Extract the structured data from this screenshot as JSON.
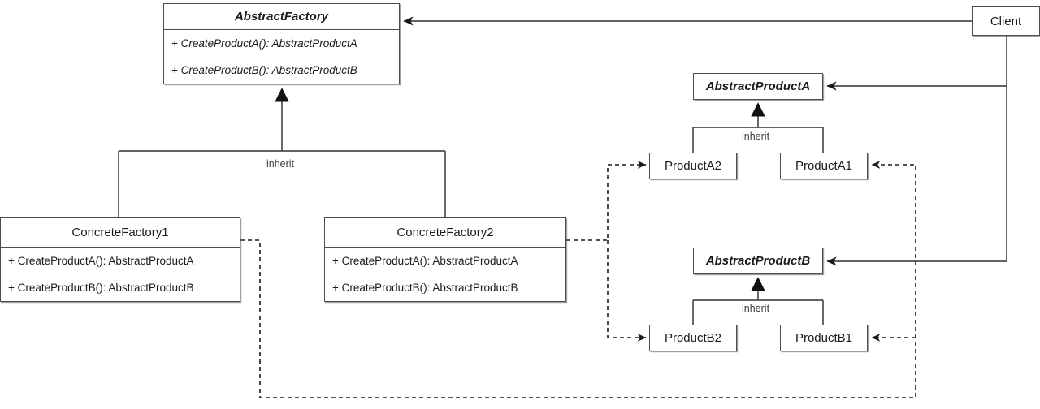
{
  "diagram": {
    "title": "Abstract Factory UML class diagram",
    "type": "uml-class-diagram",
    "background": "#ffffff",
    "stroke": "#4d4d4d",
    "text_color": "#1a1a1a"
  },
  "nodes": {
    "abstract_factory": {
      "name": "AbstractFactory",
      "stereotype": "abstract",
      "members": [
        "+ CreateProductA(): AbstractProductA",
        "+ CreateProductB(): AbstractProductB"
      ]
    },
    "concrete_factory_1": {
      "name": "ConcreteFactory1",
      "stereotype": "concrete",
      "members": [
        "+ CreateProductA(): AbstractProductA",
        "+ CreateProductB(): AbstractProductB"
      ]
    },
    "concrete_factory_2": {
      "name": "ConcreteFactory2",
      "stereotype": "concrete",
      "members": [
        "+ CreateProductA(): AbstractProductA",
        "+ CreateProductB(): AbstractProductB"
      ]
    },
    "abstract_product_a": {
      "name": "AbstractProductA",
      "stereotype": "abstract"
    },
    "abstract_product_b": {
      "name": "AbstractProductB",
      "stereotype": "abstract"
    },
    "product_a1": {
      "name": "ProductA1",
      "stereotype": "concrete"
    },
    "product_a2": {
      "name": "ProductA2",
      "stereotype": "concrete"
    },
    "product_b1": {
      "name": "ProductB1",
      "stereotype": "concrete"
    },
    "product_b2": {
      "name": "ProductB2",
      "stereotype": "concrete"
    },
    "client": {
      "name": "Client",
      "stereotype": "concrete"
    }
  },
  "edge_labels": {
    "factory_inherit": "inherit",
    "product_a_inherit": "inherit",
    "product_b_inherit": "inherit"
  },
  "edges": [
    {
      "from": "client",
      "to": "abstract_factory",
      "kind": "association",
      "style": "solid",
      "arrow": "open"
    },
    {
      "from": "client",
      "to": "abstract_product_a",
      "kind": "association",
      "style": "solid",
      "arrow": "open"
    },
    {
      "from": "client",
      "to": "abstract_product_b",
      "kind": "association",
      "style": "solid",
      "arrow": "open"
    },
    {
      "from": "concrete_factory_1",
      "to": "abstract_factory",
      "kind": "generalization",
      "style": "solid",
      "arrow": "triangle",
      "label": "inherit"
    },
    {
      "from": "concrete_factory_2",
      "to": "abstract_factory",
      "kind": "generalization",
      "style": "solid",
      "arrow": "triangle",
      "label": "inherit"
    },
    {
      "from": "product_a1",
      "to": "abstract_product_a",
      "kind": "generalization",
      "style": "solid",
      "arrow": "triangle",
      "label": "inherit"
    },
    {
      "from": "product_a2",
      "to": "abstract_product_a",
      "kind": "generalization",
      "style": "solid",
      "arrow": "triangle",
      "label": "inherit"
    },
    {
      "from": "product_b1",
      "to": "abstract_product_b",
      "kind": "generalization",
      "style": "solid",
      "arrow": "triangle",
      "label": "inherit"
    },
    {
      "from": "product_b2",
      "to": "abstract_product_b",
      "kind": "generalization",
      "style": "solid",
      "arrow": "triangle",
      "label": "inherit"
    },
    {
      "from": "concrete_factory_1",
      "to": "product_a1",
      "kind": "dependency",
      "style": "dashed",
      "arrow": "open"
    },
    {
      "from": "concrete_factory_1",
      "to": "product_b1",
      "kind": "dependency",
      "style": "dashed",
      "arrow": "open"
    },
    {
      "from": "concrete_factory_2",
      "to": "product_a2",
      "kind": "dependency",
      "style": "dashed",
      "arrow": "open"
    },
    {
      "from": "concrete_factory_2",
      "to": "product_b2",
      "kind": "dependency",
      "style": "dashed",
      "arrow": "open"
    }
  ]
}
